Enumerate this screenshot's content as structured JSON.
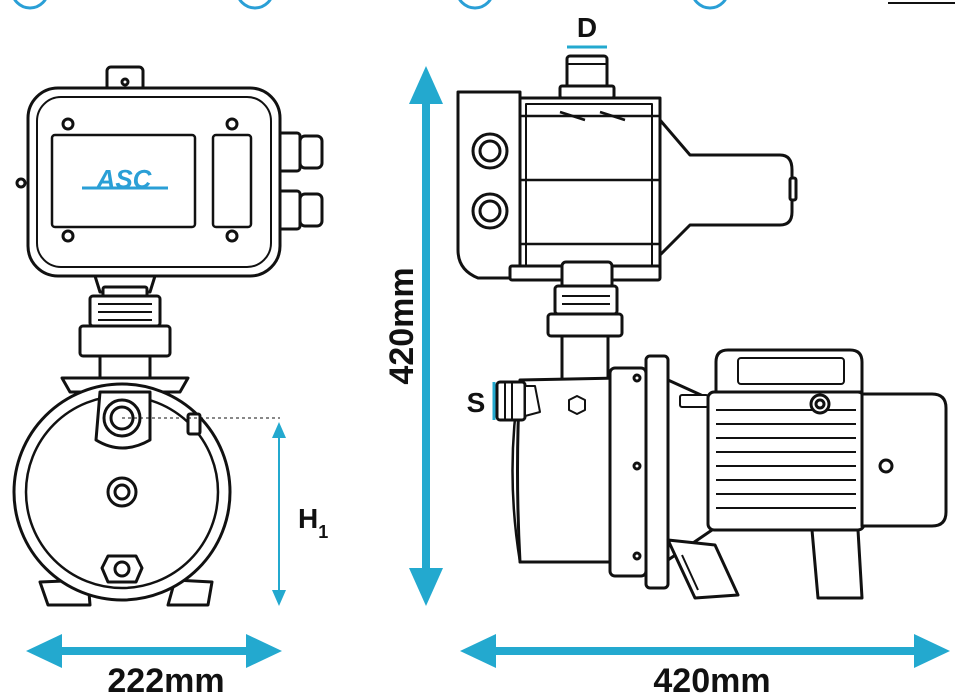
{
  "brand": {
    "logo_text": "ASC"
  },
  "colors": {
    "dimension": "#23a9cf",
    "outline": "#111111",
    "logo_blue": "#2a9fd6",
    "fill": "#ffffff"
  },
  "dimensions": {
    "front_width": "222mm",
    "side_height": "420mm",
    "side_length": "420mm",
    "discharge": "D",
    "suction": "S",
    "height_h": "H",
    "height_sub": "1"
  }
}
